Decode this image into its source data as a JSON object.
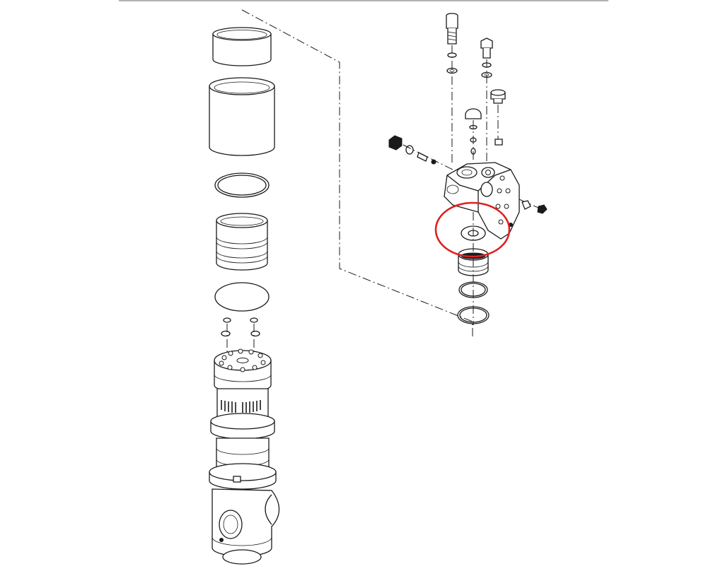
{
  "page": {
    "background": "#ffffff",
    "line_color": "#1a1a1a",
    "top_rule_color": "#999999"
  },
  "drawing": {
    "type": "exploded-view",
    "left_assembly": "column",
    "right_assembly": "valve-head",
    "highlight": {
      "shape": "ellipse",
      "color": "#e02020"
    }
  }
}
